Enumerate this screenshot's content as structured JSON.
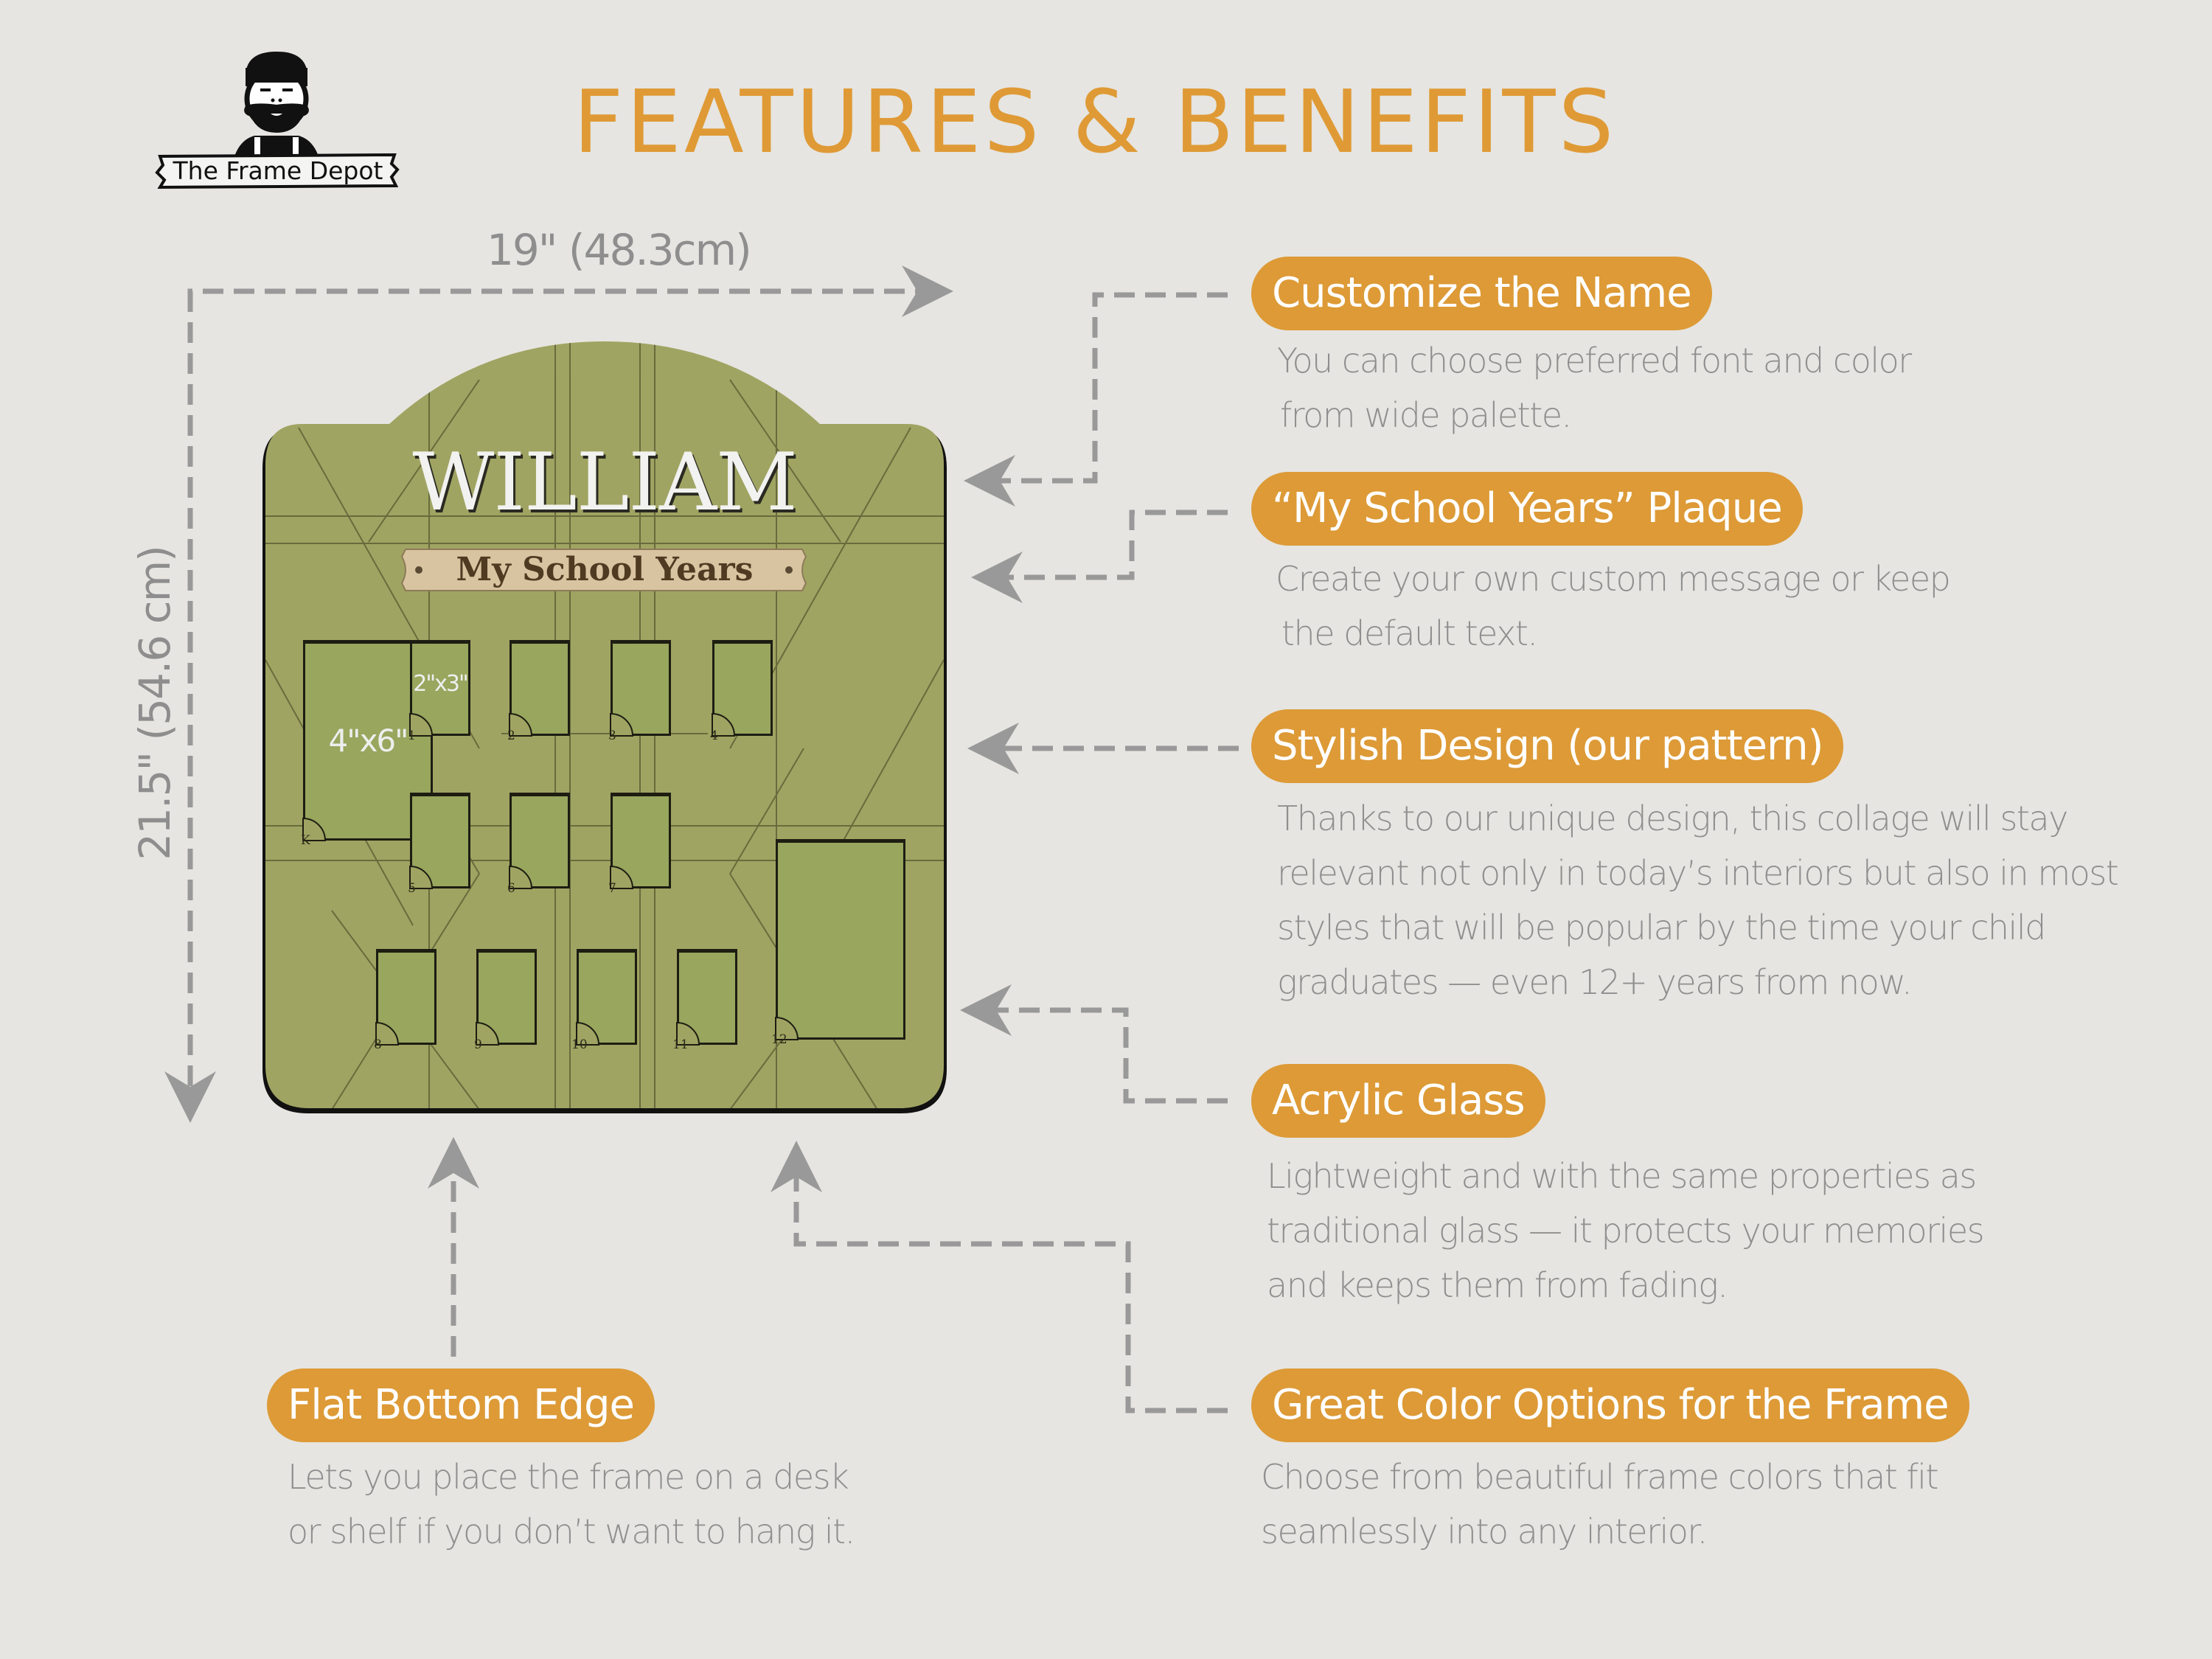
{
  "brand": {
    "name": "The Frame Depot",
    "logo_icon": "bearded-man-mascot-icon"
  },
  "header": {
    "title": "FEATURES & BENEFITS"
  },
  "colors": {
    "accent": "#dd9a36",
    "background": "#e6e5e1",
    "text_gray": "#8f8f8f",
    "connector_gray": "#999999",
    "frame_green": "#a0a462",
    "opening_green": "#98a65e",
    "plaque_tan": "#d8c4a0",
    "name_white": "#f2f2f0"
  },
  "dimensions": {
    "width_label": "19\"  (48.3cm)",
    "height_label": "21.5\"  (54.6 cm)"
  },
  "frame": {
    "name": "WILLIAM",
    "plaque_text": "My School Years",
    "large_opening_label": "4\"x6\"",
    "small_opening_label": "2\"x3\"",
    "openings": [
      {
        "id": "K",
        "size": "4x6"
      },
      {
        "id": "1",
        "size": "2x3"
      },
      {
        "id": "2",
        "size": "2x3"
      },
      {
        "id": "3",
        "size": "2x3"
      },
      {
        "id": "4",
        "size": "2x3"
      },
      {
        "id": "5",
        "size": "2x3"
      },
      {
        "id": "6",
        "size": "2x3"
      },
      {
        "id": "7",
        "size": "2x3"
      },
      {
        "id": "8",
        "size": "2x3"
      },
      {
        "id": "9",
        "size": "2x3"
      },
      {
        "id": "10",
        "size": "2x3"
      },
      {
        "id": "11",
        "size": "2x3"
      },
      {
        "id": "12",
        "size": "4x6"
      }
    ]
  },
  "features": [
    {
      "title": "Customize the Name",
      "lines": [
        "You can choose preferred font and color",
        "from wide palette."
      ]
    },
    {
      "title": "“My School Years” Plaque",
      "lines": [
        "Create your own custom message or keep",
        "the default text."
      ]
    },
    {
      "title": "Stylish Design (our pattern)",
      "lines": [
        "Thanks to our unique design, this collage will stay",
        "relevant not only in today’s interiors but also in most",
        "styles that will be popular by the time your child",
        "graduates — even 12+ years from now."
      ]
    },
    {
      "title": "Acrylic Glass",
      "lines": [
        "Lightweight and with the same properties as",
        "traditional glass — it protects your memories",
        "and keeps them from fading."
      ]
    },
    {
      "title": "Great Color Options for the Frame",
      "lines": [
        "Choose from beautiful frame colors that fit",
        "seamlessly into any interior."
      ]
    },
    {
      "title": "Flat Bottom Edge",
      "lines": [
        "Lets you place the frame on a desk",
        "or shelf if you don’t want to hang it."
      ]
    }
  ]
}
